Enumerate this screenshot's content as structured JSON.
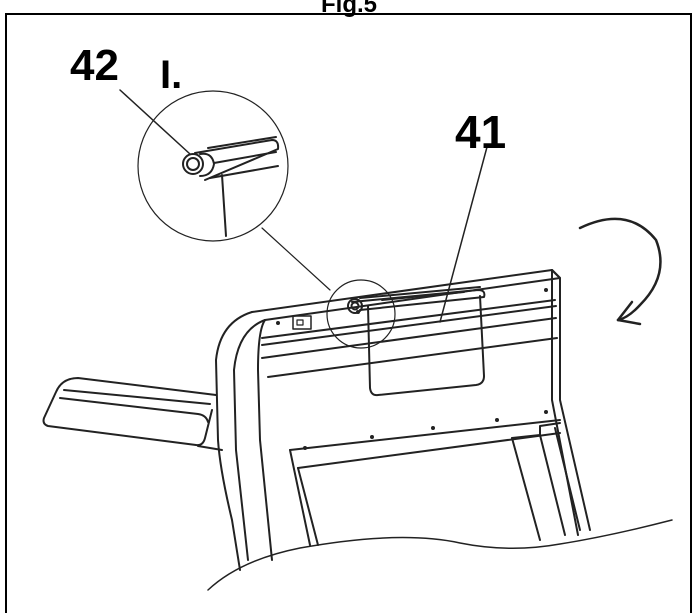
{
  "figure": {
    "title": "Fig.5",
    "callouts": [
      {
        "id": "42",
        "text": "42"
      },
      {
        "id": "marker",
        "text": "I."
      },
      {
        "id": "41",
        "text": "41"
      }
    ],
    "icons": [
      "rotation-arrow-icon"
    ]
  }
}
